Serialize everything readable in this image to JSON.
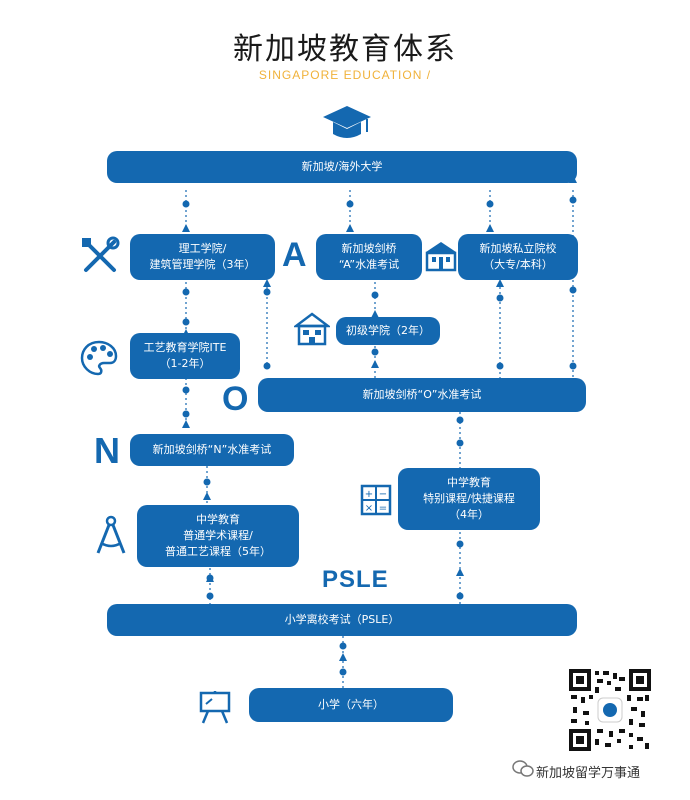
{
  "header": {
    "title": "新加坡教育体系",
    "subtitle": "SINGAPORE EDUCATION"
  },
  "nodes": {
    "university": "新加坡/海外大学",
    "polytechnic": [
      "理工学院/",
      "建筑管理学院（3年）"
    ],
    "a_level": [
      "新加坡剑桥",
      "“A”水准考试"
    ],
    "private_college": [
      "新加坡私立院校",
      "（大专/本科）"
    ],
    "junior_college": "初级学院（2年）",
    "ite": [
      "工艺教育学院ITE",
      "（1-2年）"
    ],
    "o_level": "新加坡剑桥“O”水准考试",
    "n_level": "新加坡剑桥“N”水准考试",
    "secondary_express": [
      "中学教育",
      "特别课程/快捷课程",
      "（4年）"
    ],
    "secondary_normal": [
      "中学教育",
      "普通学术课程/",
      "普通工艺课程（5年）"
    ],
    "psle": "小学离校考试（PSLE）",
    "primary": "小学（六年）"
  },
  "labels": {
    "a": "A",
    "o": "O",
    "n": "N",
    "psle": "PSLE"
  },
  "footer": {
    "wechat": "新加坡留学万事通"
  },
  "colors": {
    "primary_blue": "#1468b0",
    "accent_gold": "#f0b23a"
  },
  "icons": [
    "graduation-cap-icon",
    "tools-icon",
    "school-building-icon",
    "house-icon",
    "palette-icon",
    "calculator-icon",
    "compass-icon",
    "easel-icon",
    "qr-code",
    "wechat-icon"
  ]
}
